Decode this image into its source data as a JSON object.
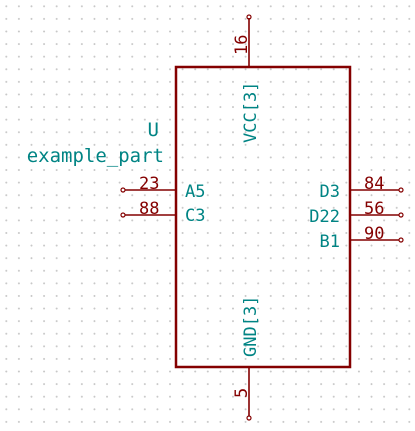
{
  "symbol": {
    "reference": "U",
    "value": "example_part",
    "pins": {
      "top": {
        "number": "16",
        "name": "VCC[3]"
      },
      "bottom": {
        "number": "5",
        "name": "GND[3]"
      },
      "left": [
        {
          "number": "23",
          "name": "A5"
        },
        {
          "number": "88",
          "name": "C3"
        }
      ],
      "right": [
        {
          "number": "84",
          "name": "D3"
        },
        {
          "number": "56",
          "name": "D22"
        },
        {
          "number": "90",
          "name": "B1"
        }
      ]
    }
  },
  "colors": {
    "body": "#840000",
    "pin_text": "#840000",
    "label_text": "#008484",
    "grid": "#c8c8c8"
  }
}
